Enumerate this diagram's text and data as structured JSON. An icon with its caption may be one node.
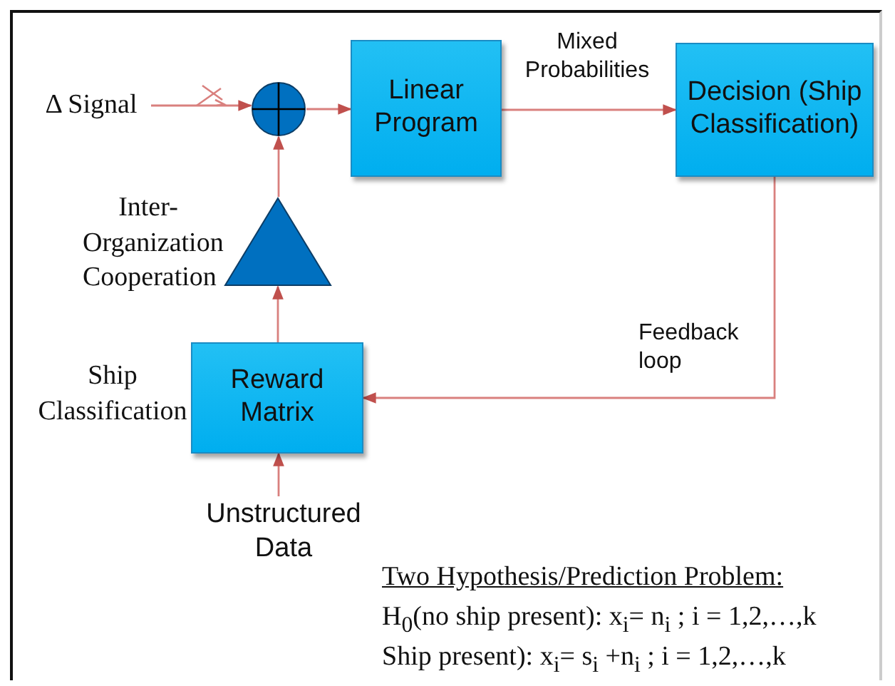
{
  "diagram": {
    "nodes": [
      {
        "text": [
          "Δ Signal"
        ]
      },
      {
        "text": [],
        "shape": "circle"
      },
      {
        "text": [
          "Linear Program"
        ]
      },
      {
        "text": [
          "Decision (Ship Classification)"
        ]
      },
      {
        "text": [],
        "shape": "triangle",
        "beside": [
          "Inter- Organization Cooperation"
        ]
      },
      {
        "text": [
          "Reward Matrix"
        ],
        "beside": [
          "Ship Classification"
        ]
      },
      {
        "text": [
          "Unstructured Data"
        ]
      }
    ],
    "edges": [
      {
        "from": 0,
        "to": 1,
        "arrow": "to"
      },
      {
        "from": 1,
        "to": 2,
        "arrow": "to"
      },
      {
        "from": 2,
        "to": 3,
        "arrow": "to",
        "label": "Mixed Probabilities"
      },
      {
        "from": 3,
        "to": 5,
        "arrow": "to",
        "label": "Feedback loop"
      },
      {
        "from": 5,
        "to": 4,
        "arrow": "to"
      },
      {
        "from": 4,
        "to": 1,
        "arrow": "to"
      },
      {
        "from": 6,
        "to": 5,
        "arrow": "to"
      }
    ],
    "labels": [
      "Two Hypothesis/Prediction Problem:",
      "H$_{0}$(no ship present): x$_{i}$= n$_{i}$ ; i = 1,2,…,k",
      "Ship present): x$_{i}$= s$_{i}$ +n$_{i}$ ; i = 1,2,…,k"
    ]
  }
}
